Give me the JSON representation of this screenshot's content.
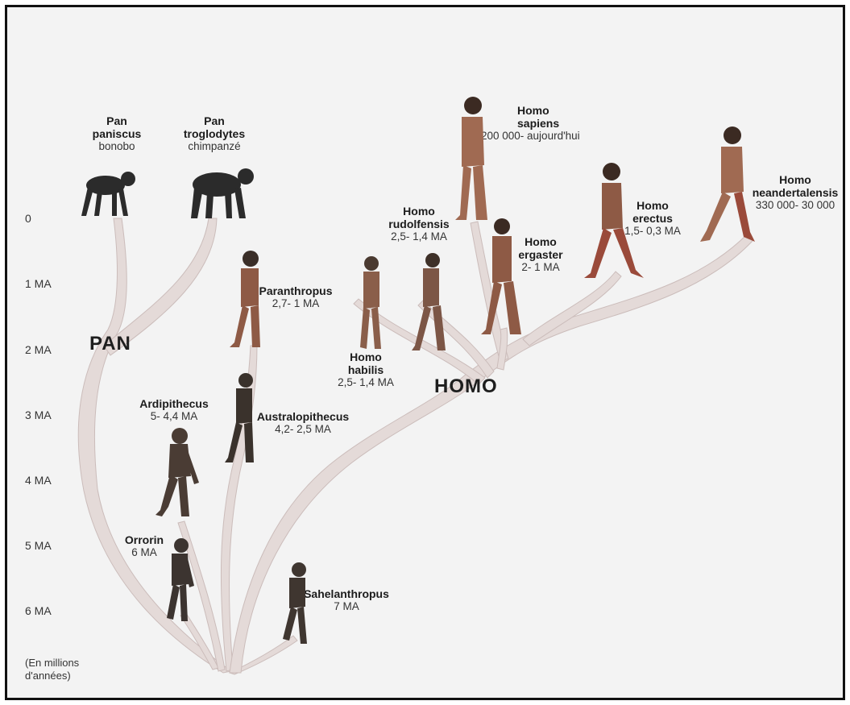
{
  "axis": {
    "ticks": [
      "0",
      "1 MA",
      "2 MA",
      "3 MA",
      "4 MA",
      "5 MA",
      "6 MA"
    ],
    "unit_line1": "(En millions",
    "unit_line2": "d'années)"
  },
  "groups": {
    "pan": "PAN",
    "homo": "HOMO"
  },
  "species": {
    "pan_paniscus": {
      "name1": "Pan",
      "name2": "paniscus",
      "common": "bonobo"
    },
    "pan_troglodytes": {
      "name1": "Pan",
      "name2": "troglodytes",
      "common": "chimpanzé"
    },
    "homo_sapiens": {
      "name1": "Homo",
      "name2": "sapiens",
      "dates": "200 000- aujourd'hui"
    },
    "homo_neandertalensis": {
      "name1": "Homo",
      "name2": "neandertalensis",
      "dates": "330 000- 30 000"
    },
    "homo_erectus": {
      "name1": "Homo",
      "name2": "erectus",
      "dates": "1,5- 0,3 MA"
    },
    "homo_ergaster": {
      "name1": "Homo",
      "name2": "ergaster",
      "dates": "2- 1 MA"
    },
    "homo_rudolfensis": {
      "name1": "Homo",
      "name2": "rudolfensis",
      "dates": "2,5- 1,4 MA"
    },
    "homo_habilis": {
      "name1": "Homo",
      "name2": "habilis",
      "dates": "2,5- 1,4 MA"
    },
    "paranthropus": {
      "name": "Paranthropus",
      "dates": "2,7- 1 MA"
    },
    "australopithecus": {
      "name": "Australopithecus",
      "dates": "4,2- 2,5 MA"
    },
    "ardipithecus": {
      "name": "Ardipithecus",
      "dates": "5- 4,4 MA"
    },
    "orrorin": {
      "name": "Orrorin",
      "dates": "6 MA"
    },
    "sahelanthropus": {
      "name": "Sahelanthropus",
      "dates": "7 MA"
    }
  },
  "colors": {
    "background": "#f3f3f3",
    "branch_fill": "#e4d9d7",
    "branch_stroke": "#c9bab8",
    "ape_fur": "#2b2b2b",
    "hominin_skin": "#8e5a45",
    "hominin_red": "#9a4a3a"
  },
  "icons": [
    "bonobo-figure",
    "chimpanzee-figure",
    "hominin-figure"
  ]
}
